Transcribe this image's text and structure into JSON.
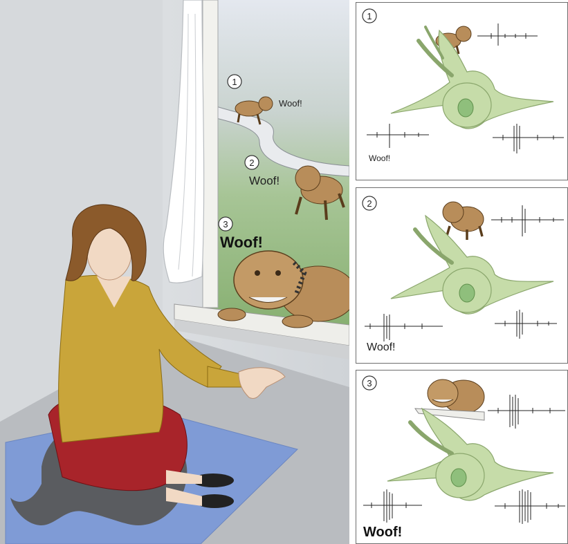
{
  "scene": {
    "steps": [
      {
        "number": "1",
        "woof": "Woof!"
      },
      {
        "number": "2",
        "woof": "Woof!"
      },
      {
        "number": "3",
        "woof": "Woof!"
      }
    ]
  },
  "panels": [
    {
      "number": "1",
      "woof": "Woof!"
    },
    {
      "number": "2",
      "woof": "Woof!"
    },
    {
      "number": "3",
      "woof": "Woof!"
    }
  ],
  "colors": {
    "wall": "#d9dcdf",
    "rug": "#7f9bd6",
    "sweater": "#c9a53a",
    "neuron": "#c6dca9",
    "nucleus": "#8fbf7c",
    "dog": "#b88d5a",
    "outdoor_grass": "#8cb77a",
    "outdoor_sky": "#d7dde6"
  }
}
